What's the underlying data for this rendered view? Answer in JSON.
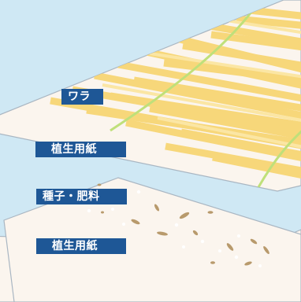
{
  "layers": {
    "straw": {
      "label": "ワラ"
    },
    "top_paper": {
      "label": "植生用紙"
    },
    "seed_fertilizer": {
      "label": "種子・肥料"
    },
    "bottom_paper": {
      "label": "植生用紙"
    }
  },
  "colors": {
    "background": "#cfe8f4",
    "paper": "#fbf5ee",
    "paper_edge": "#a9b6c2",
    "straw": "#f7d77a",
    "straw_light": "#fbe6a4",
    "grass_stem": "#bfe07a",
    "seed": "#b89a6c",
    "fertilizer": "#ffffff",
    "label_bg": "#1e5796",
    "label_text": "#ffffff"
  }
}
